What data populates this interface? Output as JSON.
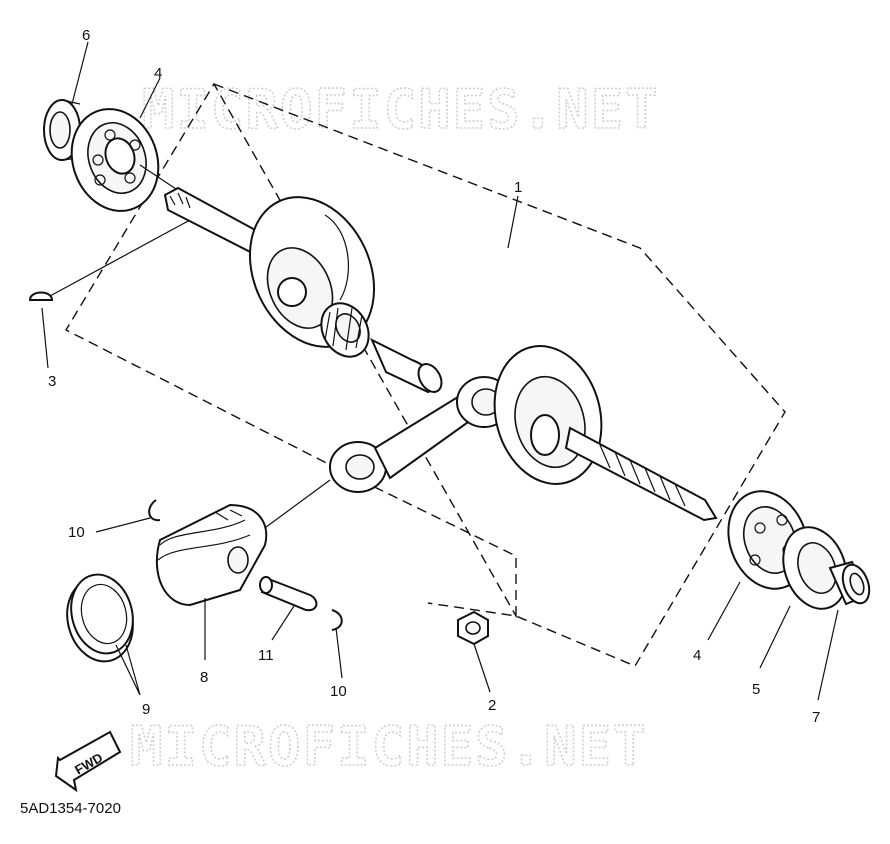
{
  "watermark": {
    "top": "MICROFICHES.NET",
    "bottom": "MICROFICHES.NET"
  },
  "callouts": {
    "c1": "1",
    "c2": "2",
    "c3": "3",
    "c4a": "4",
    "c4b": "4",
    "c5": "5",
    "c6": "6",
    "c7": "7",
    "c8": "8",
    "c9": "9",
    "c10a": "10",
    "c10b": "10",
    "c11": "11"
  },
  "fwd_arrow": {
    "label": "FWD"
  },
  "diagram_code": "5AD1354-7020"
}
